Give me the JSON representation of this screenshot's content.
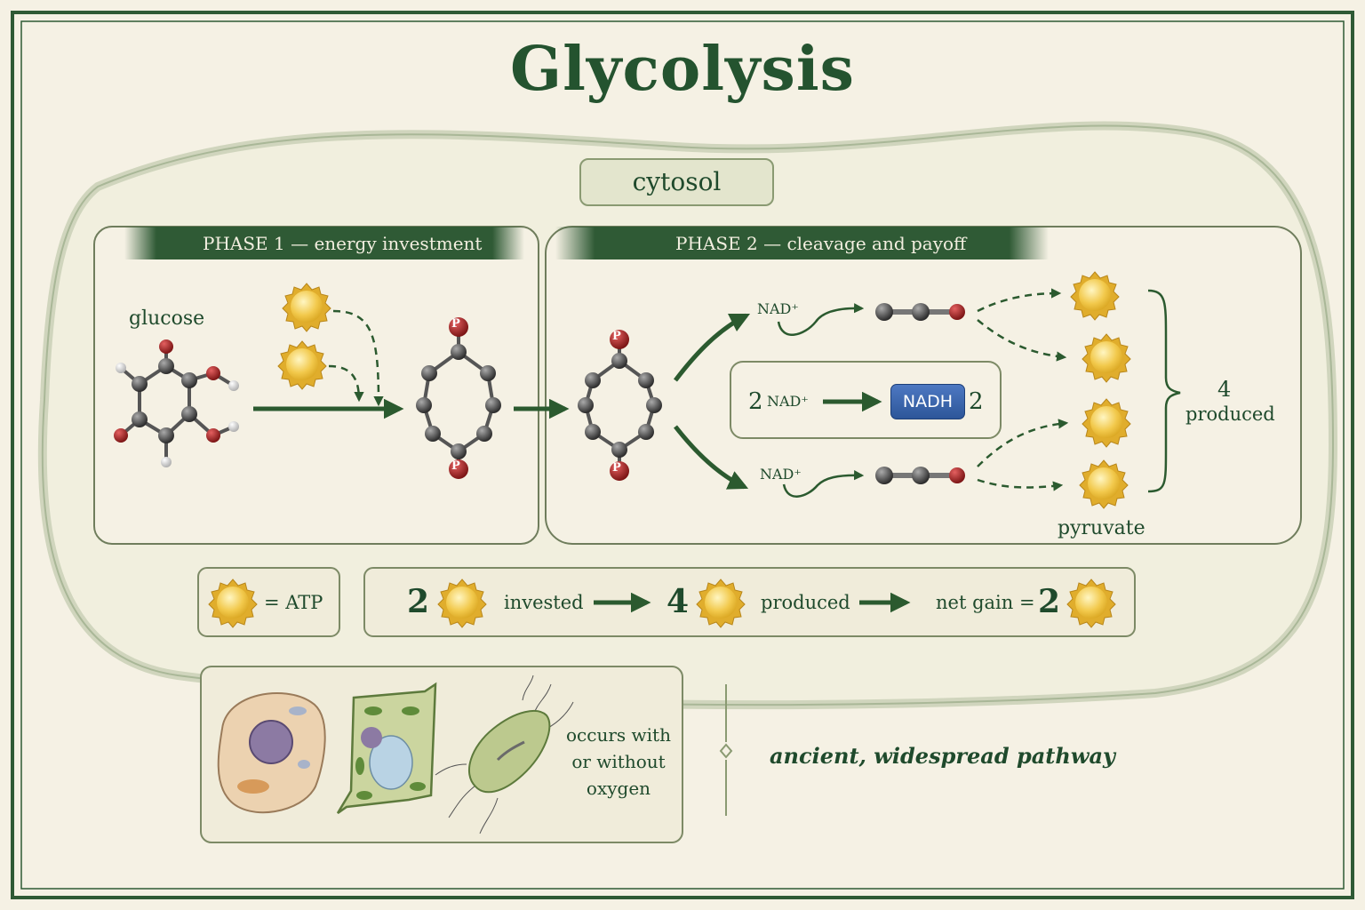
{
  "title": "Glycolysis",
  "location_label": "cytosol",
  "phase1": {
    "header": "PHASE 1 — energy investment",
    "start_label": "glucose",
    "phosphate_symbol": "P"
  },
  "phase2": {
    "header": "PHASE 2 — cleavage and payoff",
    "nad_label": "NAD⁺",
    "redox_count_left": "2",
    "redox_nad": "NAD⁺",
    "redox_product": "NADH",
    "redox_count_right": "2",
    "produced_count": "4",
    "produced_label": "produced",
    "product_label": "pyruvate"
  },
  "legend": {
    "symbol_label": "= ATP"
  },
  "summary": {
    "invested_count": "2",
    "invested_label": "invested",
    "produced_count": "4",
    "produced_label": "produced",
    "net_label": "net gain =",
    "net_count": "2"
  },
  "organisms": {
    "cells": [
      "animal-cell",
      "plant-cell",
      "bacterium"
    ],
    "note": "occurs with or without oxygen",
    "note_lines": [
      "occurs with",
      "or without",
      "oxygen"
    ]
  },
  "tagline": "ancient, widespread pathway",
  "colors": {
    "background": "#f5f1e4",
    "frame": "#2f5a35",
    "heading": "#24532f",
    "arrow": "#2b5a2f",
    "atp": "#f2c94c",
    "oxygen_atom": "#b02a2a",
    "nadh": "#3a64ad"
  }
}
